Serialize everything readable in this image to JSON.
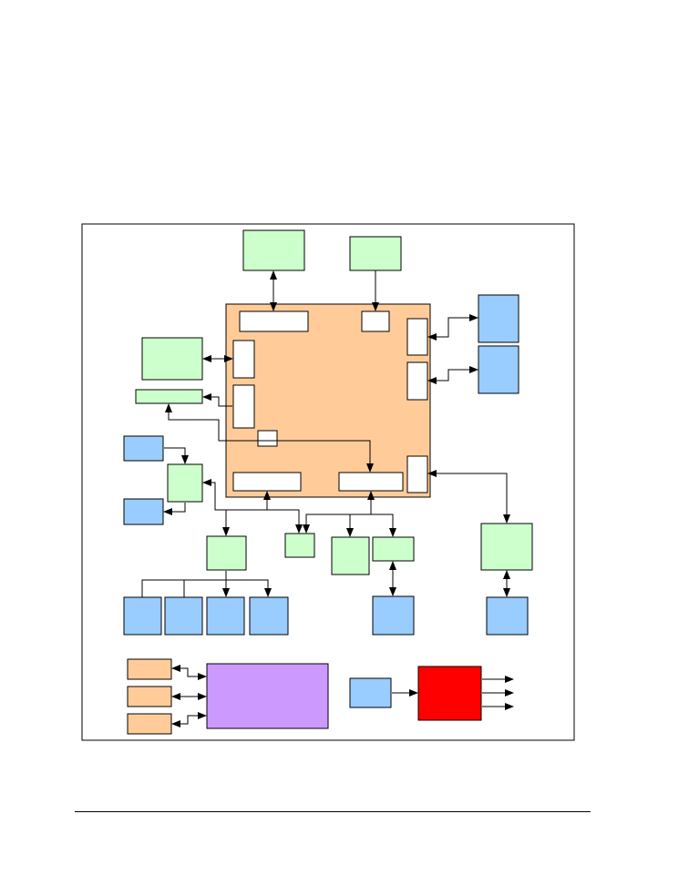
{
  "colors": {
    "green": "#ccffcc",
    "blue": "#99ccff",
    "peach": "#ffcc99",
    "purple": "#cc99ff",
    "red": "#ff0000",
    "white": "#ffffff",
    "line": "#000000"
  },
  "diagram": {
    "blocks": [
      {
        "id": "top-green-left",
        "color": "green"
      },
      {
        "id": "top-green-right",
        "color": "green"
      },
      {
        "id": "main-chip",
        "color": "peach"
      },
      {
        "id": "chip-port-top-wide",
        "color": "white"
      },
      {
        "id": "chip-port-top-small",
        "color": "white"
      },
      {
        "id": "chip-port-left-1",
        "color": "white"
      },
      {
        "id": "chip-port-left-2",
        "color": "white"
      },
      {
        "id": "chip-port-right-1",
        "color": "white"
      },
      {
        "id": "chip-port-right-2",
        "color": "white"
      },
      {
        "id": "chip-port-right-3",
        "color": "white"
      },
      {
        "id": "chip-port-bottom-left",
        "color": "white"
      },
      {
        "id": "chip-port-bottom-right",
        "color": "white"
      },
      {
        "id": "chip-small-white",
        "color": "white"
      },
      {
        "id": "right-blue-1",
        "color": "blue"
      },
      {
        "id": "right-blue-2",
        "color": "blue"
      },
      {
        "id": "left-green-large",
        "color": "green"
      },
      {
        "id": "left-green-bar",
        "color": "green"
      },
      {
        "id": "left-blue-top",
        "color": "blue"
      },
      {
        "id": "left-blue-bottom",
        "color": "blue"
      },
      {
        "id": "left-green-hub",
        "color": "green"
      },
      {
        "id": "green-fanout",
        "color": "green"
      },
      {
        "id": "green-small-center",
        "color": "green"
      },
      {
        "id": "green-mid-1",
        "color": "green"
      },
      {
        "id": "green-mid-2",
        "color": "green"
      },
      {
        "id": "right-green-large",
        "color": "green"
      },
      {
        "id": "blue-row-1",
        "color": "blue"
      },
      {
        "id": "blue-row-2",
        "color": "blue"
      },
      {
        "id": "blue-row-3",
        "color": "blue"
      },
      {
        "id": "blue-row-4",
        "color": "blue"
      },
      {
        "id": "blue-under-mid",
        "color": "blue"
      },
      {
        "id": "blue-under-right",
        "color": "blue"
      },
      {
        "id": "peach-small-1",
        "color": "peach"
      },
      {
        "id": "peach-small-2",
        "color": "peach"
      },
      {
        "id": "peach-small-3",
        "color": "peach"
      },
      {
        "id": "purple-block",
        "color": "purple"
      },
      {
        "id": "blue-input",
        "color": "blue"
      },
      {
        "id": "red-block",
        "color": "red"
      }
    ]
  }
}
